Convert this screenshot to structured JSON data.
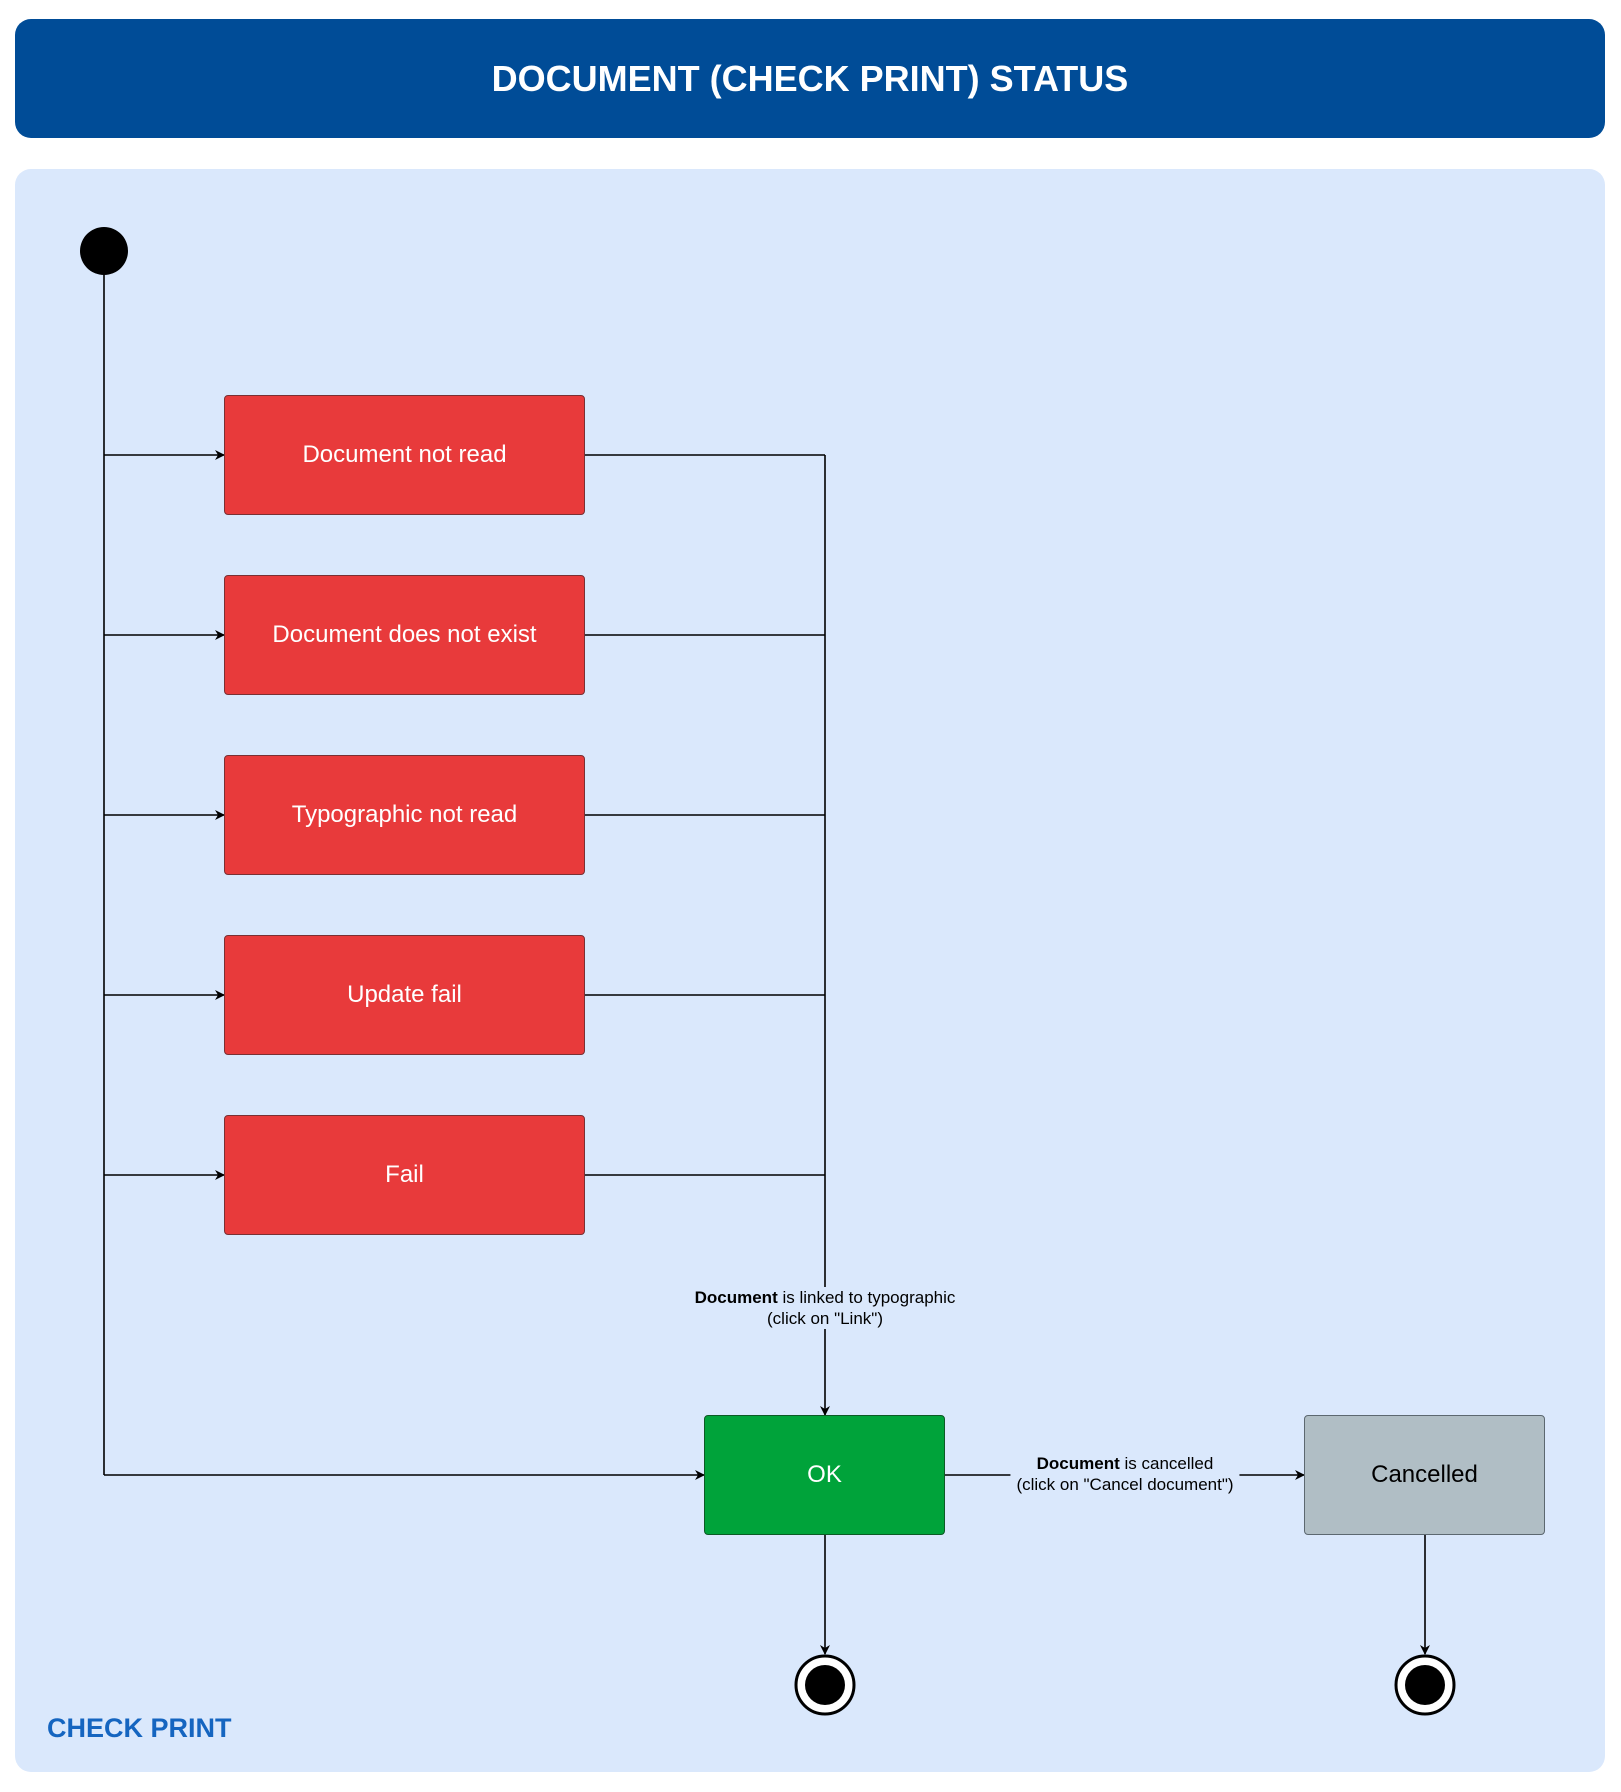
{
  "title": "DOCUMENT (CHECK PRINT) STATUS",
  "container_label": "CHECK PRINT",
  "states": {
    "not_read": "Document not read",
    "not_exist": "Document does not exist",
    "typo_not_read": "Typographic not read",
    "update_fail": "Update fail",
    "fail": "Fail",
    "ok": "OK",
    "cancelled": "Cancelled"
  },
  "transitions": {
    "link": {
      "subject": "Document",
      "text": " is linked to typographic",
      "hint": "(click on \"Link\")"
    },
    "cancel": {
      "subject": "Document",
      "text": " is cancelled",
      "hint": "(click on \"Cancel document\")"
    }
  },
  "colors": {
    "header": "#004c97",
    "panel": "#dae8fc",
    "error_state": "#e83a3b",
    "ok_state": "#00a33a",
    "cancelled_state": "#b0bec5",
    "container_label": "#1565c0"
  }
}
